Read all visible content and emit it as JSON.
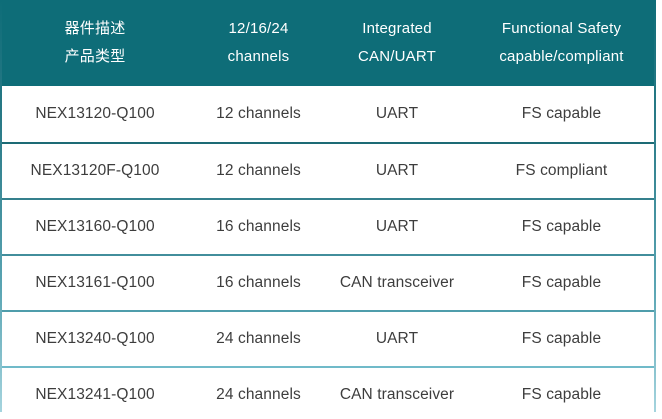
{
  "colors": {
    "header_background": "#0e6d78",
    "header_text": "#ffffff",
    "body_text": "#3d3d3d",
    "divider_teal_dark": "#1d6b75",
    "divider_teal_light": "#70bac9"
  },
  "table": {
    "headers": [
      {
        "line1": "器件描述",
        "line2": "产品类型"
      },
      {
        "line1": "12/16/24",
        "line2": "channels"
      },
      {
        "line1": "Integrated",
        "line2": "CAN/UART"
      },
      {
        "line1": "Functional Safety",
        "line2": "capable/compliant"
      }
    ],
    "rows": [
      {
        "device": "NEX13120-Q100",
        "channels": "12 channels",
        "interface": "UART",
        "safety": "FS capable"
      },
      {
        "device": "NEX13120F-Q100",
        "channels": "12 channels",
        "interface": "UART",
        "safety": "FS compliant"
      },
      {
        "device": "NEX13160-Q100",
        "channels": "16 channels",
        "interface": "UART",
        "safety": "FS capable"
      },
      {
        "device": "NEX13161-Q100",
        "channels": "16 channels",
        "interface": "CAN transceiver",
        "safety": "FS capable"
      },
      {
        "device": "NEX13240-Q100",
        "channels": "24 channels",
        "interface": "UART",
        "safety": "FS capable"
      },
      {
        "device": "NEX13241-Q100",
        "channels": "24 channels",
        "interface": "CAN transceiver",
        "safety": "FS capable"
      }
    ]
  }
}
